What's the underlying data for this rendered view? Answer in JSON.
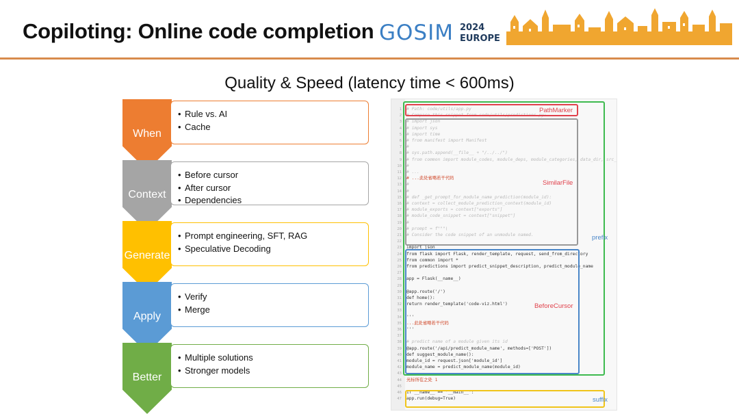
{
  "header": {
    "title": "Copiloting: Online code completion",
    "logo_text": "GOSIM",
    "logo_year": "2024",
    "logo_region": "EUROPE"
  },
  "subtitle": "Quality & Speed (latency time < 600ms)",
  "stages": [
    {
      "label": "When",
      "color": "#ed7d31",
      "items": [
        "Rule vs. AI",
        "Cache"
      ]
    },
    {
      "label": "Context",
      "color": "#a5a5a5",
      "items": [
        "Before cursor",
        "After cursor",
        "Dependencies"
      ]
    },
    {
      "label": "Generate",
      "color": "#ffc000",
      "items": [
        "Prompt engineering, SFT, RAG",
        "Speculative Decoding"
      ]
    },
    {
      "label": "Apply",
      "color": "#5b9bd5",
      "items": [
        "Verify",
        "Merge"
      ]
    },
    {
      "label": "Better",
      "color": "#70ad47",
      "items": [
        "Multiple solutions",
        "Stronger models"
      ]
    }
  ],
  "code_regions": {
    "path_marker": {
      "label": "PathMarker",
      "color": "#e0414b"
    },
    "similar_file": {
      "label": "SimilarFile",
      "color": "#e0414b",
      "border": "#999999"
    },
    "prefix": {
      "label": "prefix",
      "color": "#4a86c8",
      "border": "#3dba4e"
    },
    "before_cursor": {
      "label": "BeforeCursor",
      "color": "#e0414b",
      "border": "#4a86c8"
    },
    "suffix": {
      "label": "suffix",
      "color": "#4a86c8",
      "border": "#f0c419"
    }
  },
  "code_lines": [
    {
      "n": "1",
      "text": "# Path: code/utils/app.py",
      "style": "faint"
    },
    {
      "n": "2",
      "text": "# Compare this snippet from code/utils/predictions.py:",
      "style": "faint"
    },
    {
      "n": "3",
      "text": "# import json",
      "style": "faint"
    },
    {
      "n": "4",
      "text": "# import sys",
      "style": "faint"
    },
    {
      "n": "5",
      "text": "# import time",
      "style": "faint"
    },
    {
      "n": "6",
      "text": "# from manifest import Manifest",
      "style": "faint"
    },
    {
      "n": "7",
      "text": "#",
      "style": "faint"
    },
    {
      "n": "8",
      "text": "# sys.path.append(__file__ + \"/../../\")",
      "style": "faint"
    },
    {
      "n": "9",
      "text": "# from common import module_codes, module_deps, module_categories, data_dir, src_dir",
      "style": "faint"
    },
    {
      "n": "10",
      "text": "#",
      "style": "faint"
    },
    {
      "n": "11",
      "text": "# ...",
      "style": "faint"
    },
    {
      "n": "12",
      "text": "# ...此处省略若干代码",
      "style": "red"
    },
    {
      "n": "13",
      "text": "#",
      "style": "faint"
    },
    {
      "n": "14",
      "text": "#",
      "style": "faint"
    },
    {
      "n": "15",
      "text": "# def _get_prompt_for_module_name_prediction(module_id):",
      "style": "faint"
    },
    {
      "n": "16",
      "text": "#     context = collect_module_prediction_context(module_id)",
      "style": "faint"
    },
    {
      "n": "17",
      "text": "#     module_exports = context[\"exports\"]",
      "style": "faint"
    },
    {
      "n": "18",
      "text": "#     module_code_snippet = context[\"snippet\"]",
      "style": "faint"
    },
    {
      "n": "19",
      "text": "#",
      "style": "faint"
    },
    {
      "n": "20",
      "text": "#     prompt = f\"\"\"\\",
      "style": "faint"
    },
    {
      "n": "21",
      "text": "# Consider the code snippet of an unmodule named.",
      "style": "faint"
    },
    {
      "n": "22",
      "text": "",
      "style": "faint"
    },
    {
      "n": "23",
      "text": "import json",
      "style": "dark"
    },
    {
      "n": "24",
      "text": "from flask import Flask, render_template, request, send_from_directory",
      "style": "dark"
    },
    {
      "n": "25",
      "text": "from common import *",
      "style": "dark"
    },
    {
      "n": "26",
      "text": "from predictions import predict_snippet_description, predict_module_name",
      "style": "dark"
    },
    {
      "n": "27",
      "text": "",
      "style": "dark"
    },
    {
      "n": "28",
      "text": "app = Flask(__name__)",
      "style": "dark"
    },
    {
      "n": "29",
      "text": "",
      "style": "dark"
    },
    {
      "n": "30",
      "text": "@app.route('/')",
      "style": "dark"
    },
    {
      "n": "31",
      "text": "def home():",
      "style": "dark"
    },
    {
      "n": "32",
      "text": "    return render_template('code-viz.html')",
      "style": "dark"
    },
    {
      "n": "33",
      "text": "",
      "style": "dark"
    },
    {
      "n": "34",
      "text": "'''",
      "style": "dark"
    },
    {
      "n": "35",
      "text": "...此处省略若干代码",
      "style": "red"
    },
    {
      "n": "36",
      "text": "'''",
      "style": "dark"
    },
    {
      "n": "37",
      "text": "",
      "style": "dark"
    },
    {
      "n": "38",
      "text": "# predict name of a module given its id",
      "style": "faint"
    },
    {
      "n": "39",
      "text": "@app.route('/api/predict_module_name', methods=['POST'])",
      "style": "dark"
    },
    {
      "n": "40",
      "text": "def suggest_module_name():",
      "style": "dark"
    },
    {
      "n": "41",
      "text": "    module_id = request.json['module_id']",
      "style": "dark"
    },
    {
      "n": "42",
      "text": "    module_name = predict_module_name(module_id)",
      "style": "dark"
    },
    {
      "n": "43",
      "text": "",
      "style": "dark"
    },
    {
      "n": "44",
      "text": "光标所在之处 1",
      "style": "red"
    },
    {
      "n": "45",
      "text": "",
      "style": "dark"
    },
    {
      "n": "46",
      "text": "if __name__ == '__main__':",
      "style": "dark"
    },
    {
      "n": "47",
      "text": "    app.run(debug=True)",
      "style": "dark"
    }
  ]
}
